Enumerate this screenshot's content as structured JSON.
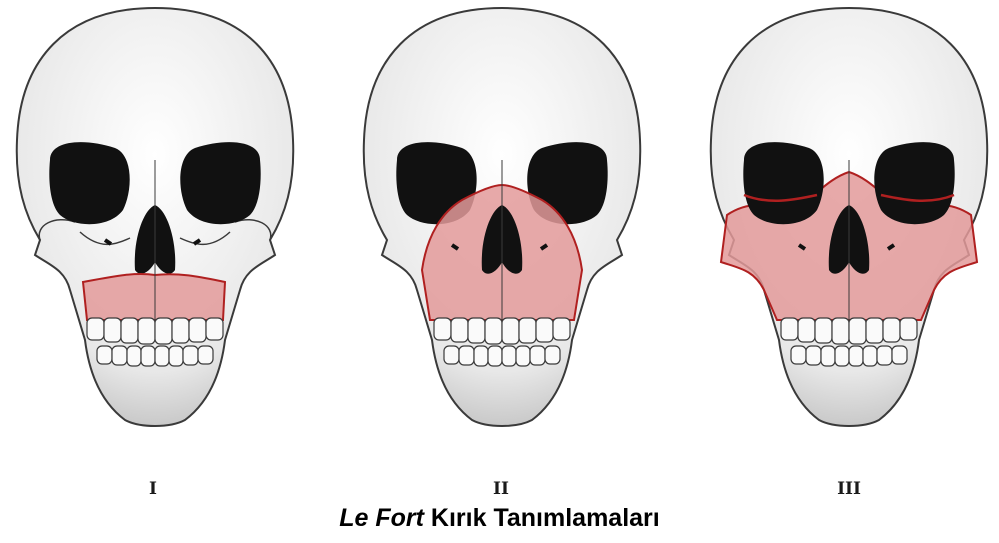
{
  "colors": {
    "bone_fill": "#f2f2f2",
    "bone_outline": "#3a3a3a",
    "socket": "#111111",
    "fracture_fill": "#e39a9a",
    "fracture_line": "#b02020"
  },
  "panels": [
    {
      "label": "I",
      "fracture": "le-fort-1"
    },
    {
      "label": "II",
      "fracture": "le-fort-2"
    },
    {
      "label": "III",
      "fracture": "le-fort-3"
    }
  ],
  "caption": {
    "italic_part": "Le Fort",
    "rest": " Kırık Tanımlamaları"
  }
}
